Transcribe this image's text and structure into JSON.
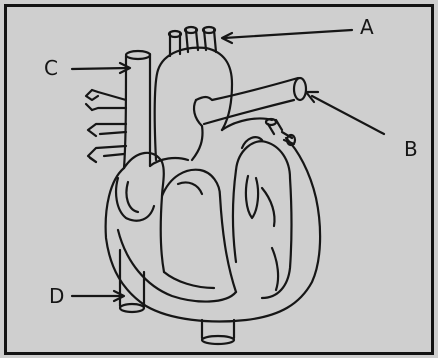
{
  "diagram": {
    "labels": {
      "a": "A",
      "b": "B",
      "c": "C",
      "d": "D"
    },
    "colors": {
      "background": "#cfcfcf",
      "ink": "#161616"
    }
  }
}
